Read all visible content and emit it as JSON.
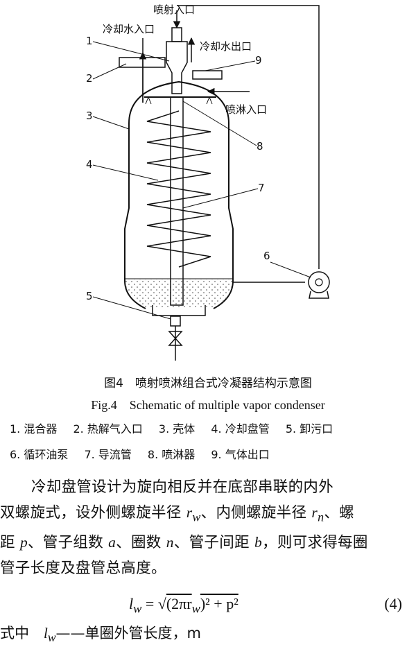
{
  "figure": {
    "labels": {
      "spray_inlet": "喷射入口",
      "coolant_inlet": "冷却水入口",
      "coolant_outlet": "冷却水出口",
      "shower_inlet": "喷淋入口",
      "n1": "1",
      "n2": "2",
      "n3": "3",
      "n4": "4",
      "n5": "5",
      "n6": "6",
      "n7": "7",
      "n8": "8",
      "n9": "9"
    }
  },
  "caption": {
    "cn": "图4　喷射喷淋组合式冷凝器结构示意图",
    "en": "Fig.4　Schematic of multiple vapor condenser"
  },
  "legend": {
    "row1": [
      "1. 混合器",
      "2. 热解气入口",
      "3. 壳体",
      "4. 冷却盘管",
      "5. 卸污口"
    ],
    "row2": [
      "6. 循环油泵",
      "7. 导流管",
      "8. 喷淋器",
      "9. 气体出口"
    ]
  },
  "paragraph": {
    "l1": "冷却盘管设计为旋向相反并在底部串联的内外",
    "l2a": "双螺旋式，设外侧螺旋半径 ",
    "l2b": "、内侧螺旋半径 ",
    "l2c": "、螺",
    "l3a": "距 ",
    "l3b": "、管子组数 ",
    "l3c": "、圈数 ",
    "l3d": "、管子间距 ",
    "l3e": "，则可求得每圈",
    "l4": "管子长度及盘管总高度。"
  },
  "equation": {
    "lhs": "l",
    "sub": "w",
    "eq": " = ",
    "body": "(2πr",
    "tail": ")² + p²",
    "number": "(4)"
  },
  "where": {
    "prefix": "式中　",
    "var": "l",
    "sub": "w",
    "desc": "——单圈外管长度，m"
  },
  "vars": {
    "rw": "r",
    "rw_sub": "w",
    "rn": "r",
    "rn_sub": "n",
    "p": "p",
    "a": "a",
    "n": "n",
    "b": "b"
  }
}
